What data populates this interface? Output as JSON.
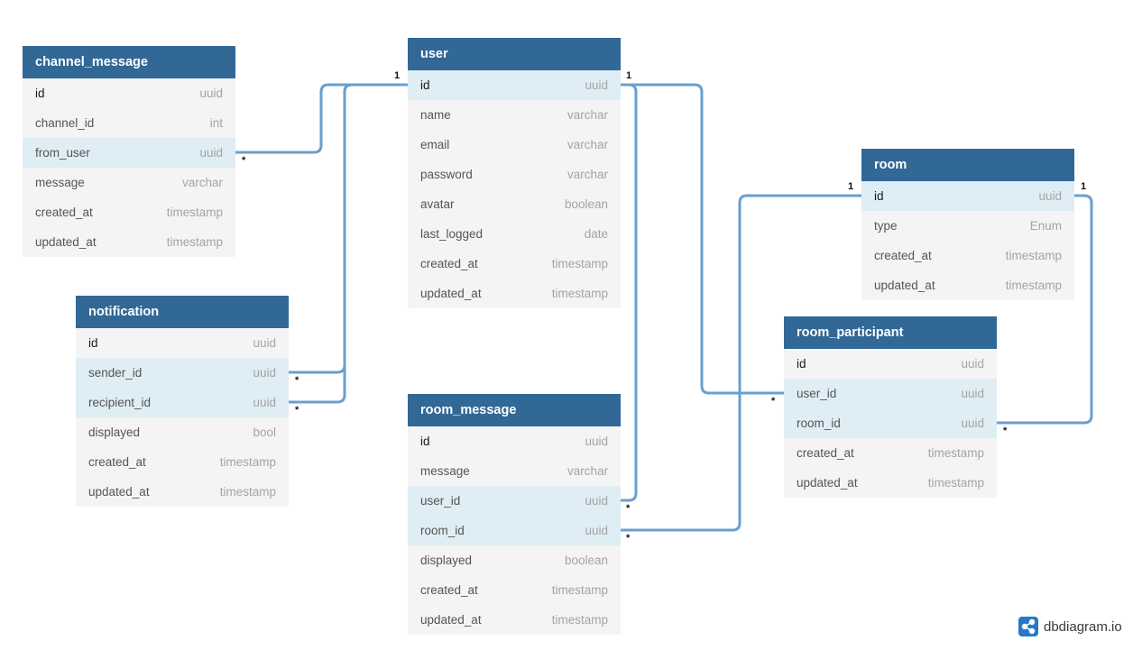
{
  "tables": {
    "channel_message": {
      "name": "channel_message",
      "fields": [
        {
          "name": "id",
          "type": "uuid"
        },
        {
          "name": "channel_id",
          "type": "int"
        },
        {
          "name": "from_user",
          "type": "uuid"
        },
        {
          "name": "message",
          "type": "varchar"
        },
        {
          "name": "created_at",
          "type": "timestamp"
        },
        {
          "name": "updated_at",
          "type": "timestamp"
        }
      ]
    },
    "user": {
      "name": "user",
      "fields": [
        {
          "name": "id",
          "type": "uuid"
        },
        {
          "name": "name",
          "type": "varchar"
        },
        {
          "name": "email",
          "type": "varchar"
        },
        {
          "name": "password",
          "type": "varchar"
        },
        {
          "name": "avatar",
          "type": "boolean"
        },
        {
          "name": "last_logged",
          "type": "date"
        },
        {
          "name": "created_at",
          "type": "timestamp"
        },
        {
          "name": "updated_at",
          "type": "timestamp"
        }
      ]
    },
    "room": {
      "name": "room",
      "fields": [
        {
          "name": "id",
          "type": "uuid"
        },
        {
          "name": "type",
          "type": "Enum"
        },
        {
          "name": "created_at",
          "type": "timestamp"
        },
        {
          "name": "updated_at",
          "type": "timestamp"
        }
      ]
    },
    "notification": {
      "name": "notification",
      "fields": [
        {
          "name": "id",
          "type": "uuid"
        },
        {
          "name": "sender_id",
          "type": "uuid"
        },
        {
          "name": "recipient_id",
          "type": "uuid"
        },
        {
          "name": "displayed",
          "type": "bool"
        },
        {
          "name": "created_at",
          "type": "timestamp"
        },
        {
          "name": "updated_at",
          "type": "timestamp"
        }
      ]
    },
    "room_participant": {
      "name": "room_participant",
      "fields": [
        {
          "name": "id",
          "type": "uuid"
        },
        {
          "name": "user_id",
          "type": "uuid"
        },
        {
          "name": "room_id",
          "type": "uuid"
        },
        {
          "name": "created_at",
          "type": "timestamp"
        },
        {
          "name": "updated_at",
          "type": "timestamp"
        }
      ]
    },
    "room_message": {
      "name": "room_message",
      "fields": [
        {
          "name": "id",
          "type": "uuid"
        },
        {
          "name": "message",
          "type": "varchar"
        },
        {
          "name": "user_id",
          "type": "uuid"
        },
        {
          "name": "room_id",
          "type": "uuid"
        },
        {
          "name": "displayed",
          "type": "boolean"
        },
        {
          "name": "created_at",
          "type": "timestamp"
        },
        {
          "name": "updated_at",
          "type": "timestamp"
        }
      ]
    }
  },
  "relations": [
    {
      "from": "channel_message.from_user",
      "to": "user.id",
      "from_card": "*",
      "to_card": "1"
    },
    {
      "from": "notification.sender_id",
      "to": "user.id",
      "from_card": "*",
      "to_card": "1"
    },
    {
      "from": "notification.recipient_id",
      "to": "user.id",
      "from_card": "*",
      "to_card": "1"
    },
    {
      "from": "room_message.user_id",
      "to": "user.id",
      "from_card": "*",
      "to_card": "1"
    },
    {
      "from": "room_participant.user_id",
      "to": "user.id",
      "from_card": "*",
      "to_card": "1"
    },
    {
      "from": "room_message.room_id",
      "to": "room.id",
      "from_card": "*",
      "to_card": "1"
    },
    {
      "from": "room_participant.room_id",
      "to": "room.id",
      "from_card": "*",
      "to_card": "1"
    }
  ],
  "colors": {
    "header": "#316896",
    "edge": "#6a9fcf",
    "relation_row": "#dfedf4"
  },
  "branding": {
    "text": "dbdiagram.io",
    "icon": "share-nodes-icon"
  }
}
